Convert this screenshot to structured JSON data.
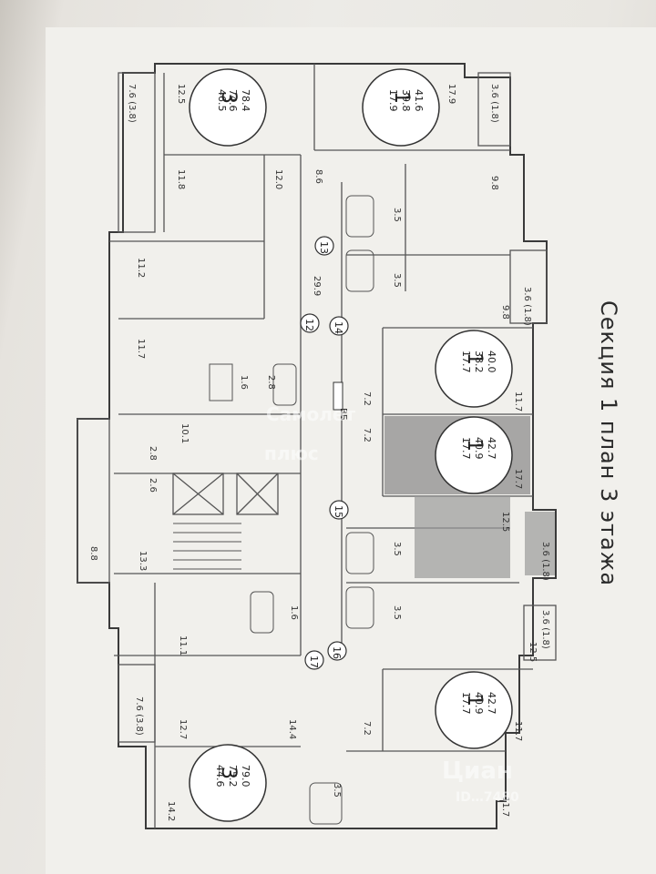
{
  "title": "Секция 1 план 3 этажа",
  "watermarks": {
    "top": "Самолет",
    "bottom": "плюс",
    "cian": "Циан",
    "cian_id": "ID…7480"
  },
  "apartments": [
    {
      "rooms": "3",
      "values": [
        "46.5",
        "74.6",
        "78.4"
      ]
    },
    {
      "rooms": "1",
      "values": [
        "17.9",
        "39.8",
        "41.6"
      ]
    },
    {
      "rooms": "1",
      "values": [
        "17.7",
        "38.2",
        "40.0"
      ]
    },
    {
      "rooms": "1",
      "values": [
        "17.7",
        "40.9",
        "42.7"
      ]
    },
    {
      "rooms": "1",
      "values": [
        "17.7",
        "40.9",
        "42.7"
      ]
    },
    {
      "rooms": "3",
      "values": [
        "44.6",
        "75.2",
        "79.0"
      ]
    }
  ],
  "areas": [
    "7.6 (3.8)",
    "12.5",
    "17.9",
    "3.6 (1.8)",
    "11.8",
    "12.0",
    "8.6",
    "9.8",
    "3.5",
    "3.5",
    "11.2",
    "29.9",
    "3.6 (1.8)",
    "9.8",
    "11.7",
    "1.6",
    "2.8",
    "7.2",
    "11.7",
    "10.1",
    "7.2",
    "2.8",
    "2.6",
    "17.7",
    "12.5",
    "8.8",
    "13.3",
    "3.5",
    "3.6 (1.8)",
    "1.6",
    "3.5",
    "3.6 (1.8)",
    "11.1",
    "12.5",
    "7.6 (3.8)",
    "12.7",
    "14.4",
    "7.2",
    "11.7",
    "14.2",
    "3.5",
    "11.7"
  ],
  "doors": [
    "13",
    "12",
    "14",
    "15",
    "16",
    "17"
  ],
  "shaft_label": "ВБ"
}
